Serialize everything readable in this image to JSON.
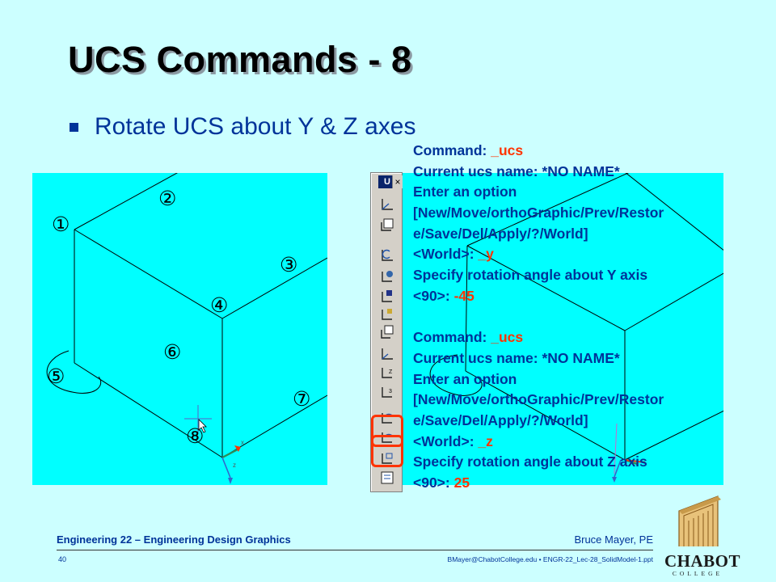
{
  "slide": {
    "title": "UCS Commands - 8",
    "bullet": "Rotate UCS about Y & Z axes"
  },
  "left_view": {
    "labels": [
      "①",
      "②",
      "③",
      "④",
      "⑤",
      "⑥",
      "⑦",
      "⑧"
    ]
  },
  "right_view": {
    "toolbar_title": "U",
    "toolbar_close": "×",
    "toolbar_buttons": [
      "ucs-icon",
      "world-ucs-icon",
      "previous-ucs-icon",
      "face-ucs-icon",
      "object-ucs-icon",
      "view-ucs-icon",
      "origin-ucs-icon",
      "z-axis-vector-icon",
      "3point-ucs-icon",
      "x-rotate-icon",
      "y-rotate-icon",
      "z-rotate-icon",
      "apply-ucs-icon"
    ],
    "highlighted_buttons": [
      "y-rotate-icon",
      "z-rotate-icon"
    ]
  },
  "command": {
    "lines": [
      {
        "text": "Command: ",
        "red": "_ucs"
      },
      {
        "text": "Current ucs name:  *NO NAME*",
        "red": ""
      },
      {
        "text": "Enter an option",
        "red": ""
      },
      {
        "text": "[New/Move/orthoGraphic/Prev/Restor",
        "red": ""
      },
      {
        "text": "e/Save/Del/Apply/?/World]",
        "red": ""
      },
      {
        "text": "<World>: ",
        "red": "_y"
      },
      {
        "text": "Specify rotation angle about Y axis",
        "red": ""
      },
      {
        "text": "<90>: ",
        "red": "-45"
      },
      {
        "text": "",
        "red": ""
      },
      {
        "text": "Command: ",
        "red": "_ucs"
      },
      {
        "text": "Current ucs name:  *NO NAME*",
        "red": ""
      },
      {
        "text": "Enter an option",
        "red": ""
      },
      {
        "text": "[New/Move/orthoGraphic/Prev/Restor",
        "red": ""
      },
      {
        "text": "e/Save/Del/Apply/?/World]",
        "red": ""
      },
      {
        "text": "<World>: ",
        "red": "_z"
      },
      {
        "text": "Specify rotation angle about Z axis",
        "red": ""
      },
      {
        "text": "<90>: ",
        "red": "25"
      }
    ]
  },
  "footer": {
    "course": "Engineering 22 – Engineering Design Graphics",
    "author": "Bruce Mayer, PE",
    "page": "40",
    "email": "BMayer@ChabotCollege.edu  •  ENGR-22_Lec-28_SolidModel-1.ppt"
  },
  "logo": {
    "word": "CHABOT",
    "sub": "COLLEGE"
  },
  "colors": {
    "background": "#ccffff",
    "text_blue": "#003399",
    "accent_red": "#ff3300",
    "viewport": "#00ffff"
  }
}
